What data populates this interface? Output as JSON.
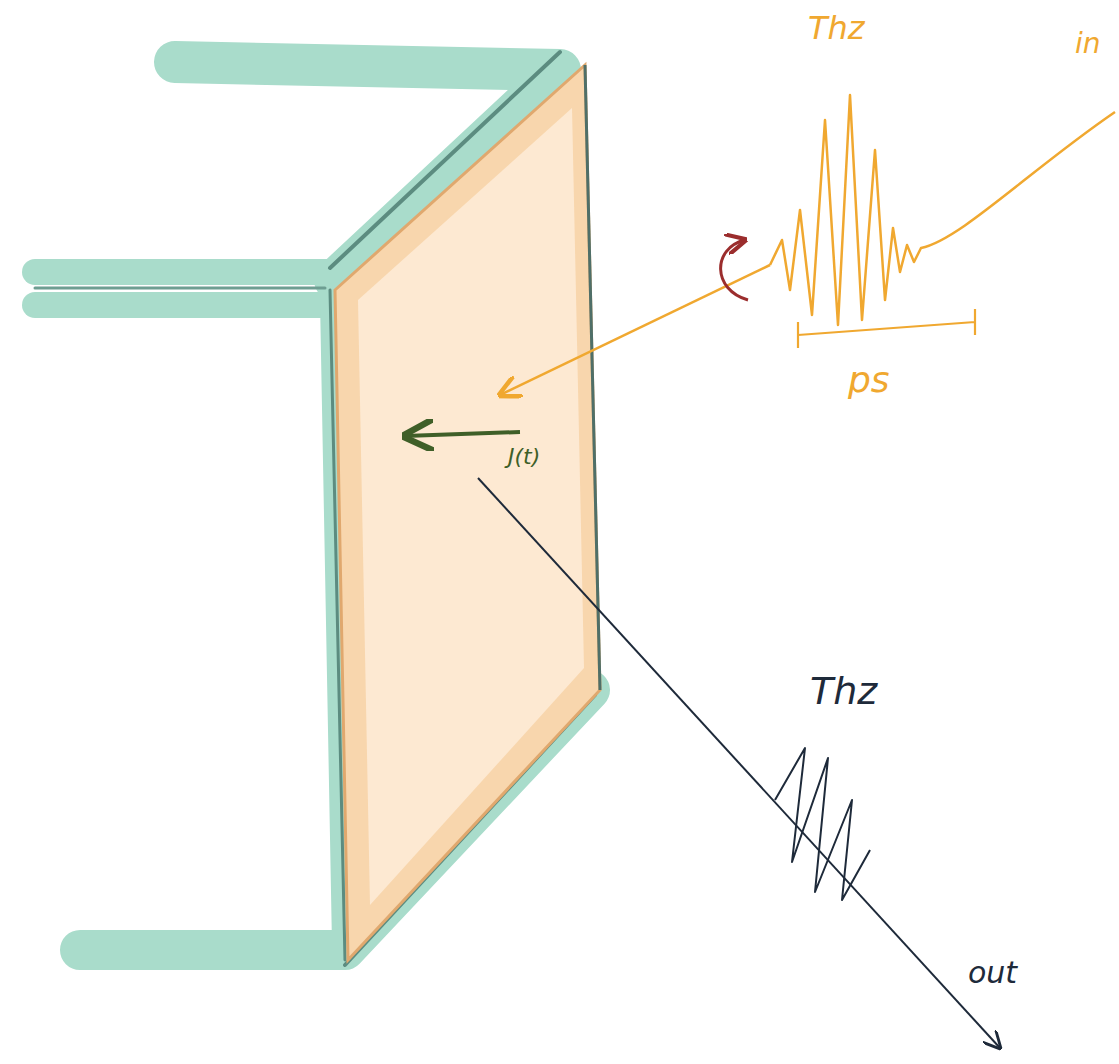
{
  "diagram": {
    "labels": [
      "Thz",
      "in",
      "ps",
      "J(t)",
      "Thz",
      "out"
    ]
  }
}
